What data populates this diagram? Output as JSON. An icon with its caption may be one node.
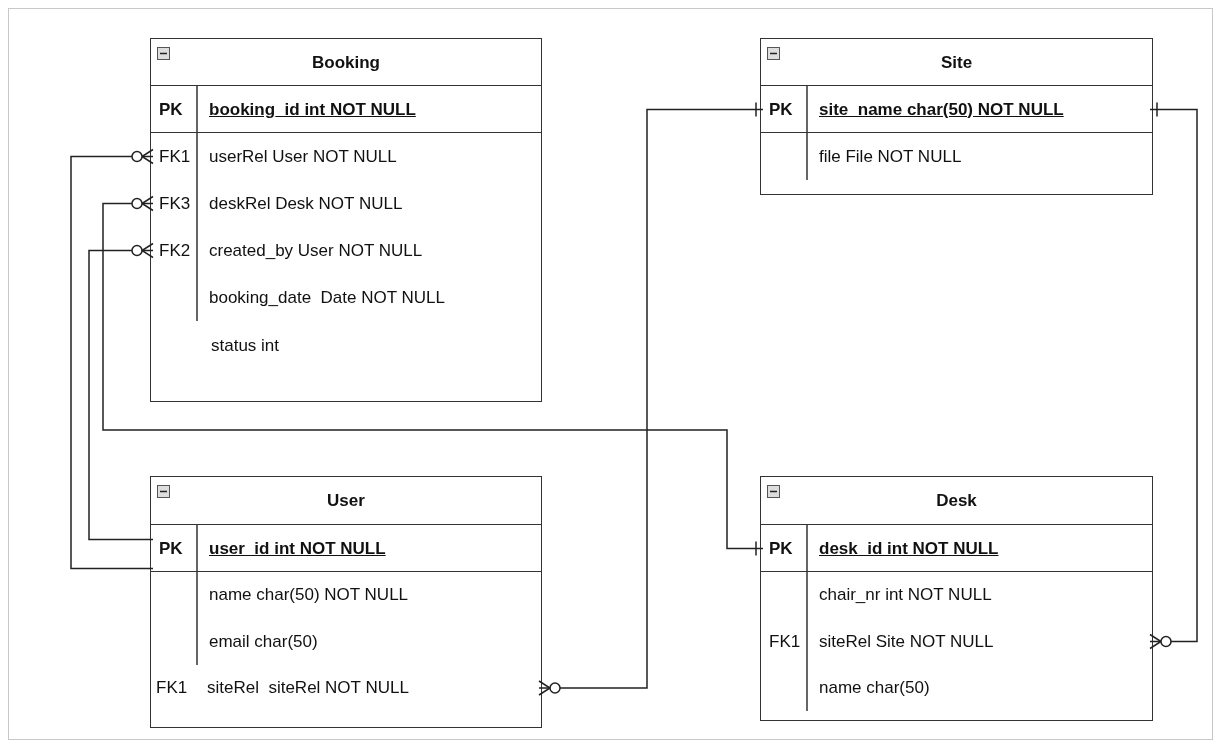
{
  "diagram": {
    "nodes": [
      {
        "text": [
          "Booking"
        ]
      },
      {
        "text": [
          "PK",
          "booking_id int NOT NULL"
        ],
        "in": 0
      },
      {
        "text": [
          "FK1",
          "userRel User NOT NULL"
        ],
        "in": 0
      },
      {
        "text": [
          "FK3",
          "deskRel Desk NOT NULL"
        ],
        "in": 0
      },
      {
        "text": [
          "FK2",
          "created_by User NOT NULL"
        ],
        "in": 0
      },
      {
        "text": [
          "booking_date  Date NOT NULL"
        ],
        "in": 0
      },
      {
        "text": [
          "status int"
        ],
        "in": 0
      },
      {
        "text": [
          "Site"
        ]
      },
      {
        "text": [
          "PK",
          "site_name char(50) NOT NULL"
        ],
        "in": 7
      },
      {
        "text": [
          "file File NOT NULL"
        ],
        "in": 7
      },
      {
        "text": [
          "User"
        ]
      },
      {
        "text": [
          "PK",
          "user_id int NOT NULL"
        ],
        "in": 10
      },
      {
        "text": [
          "name char(50) NOT NULL"
        ],
        "in": 10
      },
      {
        "text": [
          "email char(50)"
        ],
        "in": 10
      },
      {
        "text": [
          "FK1",
          "siteRel  siteRel NOT NULL"
        ],
        "in": 10
      },
      {
        "text": [
          "Desk"
        ]
      },
      {
        "text": [
          "PK",
          "desk_id int NOT NULL"
        ],
        "in": 15
      },
      {
        "text": [
          "chair_nr int NOT NULL"
        ],
        "in": 15
      },
      {
        "text": [
          "FK1",
          "siteRel Site NOT NULL"
        ],
        "in": 15
      },
      {
        "text": [
          "name char(50)"
        ],
        "in": 15
      }
    ],
    "edges": [
      {
        "from": 2,
        "to": 11,
        "arrow": "other"
      },
      {
        "from": 3,
        "to": 16,
        "arrow": "other"
      },
      {
        "from": 4,
        "to": 11,
        "arrow": "other"
      },
      {
        "from": 14,
        "to": 8,
        "arrow": "other"
      },
      {
        "from": 18,
        "to": 8,
        "arrow": "other"
      }
    ]
  }
}
